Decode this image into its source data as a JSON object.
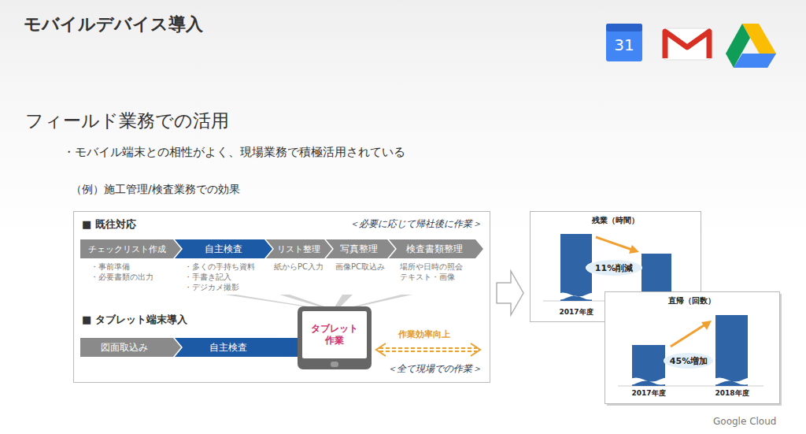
{
  "diagram": {
    "title": "モバイルデバイス導入",
    "nodes": [
      {
        "text": [
          "■ 既往対応",
          "＜必要に応じて帰社後に作業＞",
          "■ タブレット端末導入",
          "＜全て現場での作業＞"
        ]
      },
      {
        "text": [
          "チェックリスト作成",
          "・事前準備",
          "・必要書類の出力"
        ],
        "in": 0
      },
      {
        "text": [
          "自主検査",
          "・多くの手持ち資料",
          "・手書き記入",
          "・デジカメ撮影"
        ],
        "in": 0
      },
      {
        "text": [
          "リスト整理",
          "紙からPC入力"
        ],
        "in": 0
      },
      {
        "text": [
          "写真整理",
          "画像PC取込み"
        ],
        "in": 0
      },
      {
        "text": [
          "検査書類整理",
          "場所や日時の照会 テキスト・画像"
        ],
        "in": 0
      },
      {
        "text": [
          "図面取込み"
        ],
        "in": 0
      },
      {
        "text": [
          "自主検査"
        ],
        "in": 0
      },
      {
        "text": [
          "タブレット 作業"
        ],
        "in": 0
      },
      {
        "text": [
          "残業（時間）"
        ]
      },
      {
        "text": [
          "11%削減"
        ],
        "in": 9
      },
      {
        "text": [
          "直帰（回数）"
        ]
      },
      {
        "text": [
          "45%増加"
        ],
        "in": 11
      }
    ],
    "edges": [
      {
        "from": 0,
        "to": 9,
        "arrow": "to"
      }
    ],
    "labels": [
      "31",
      "フィールド業務での活用",
      "・モバイル端末との相性がよく、現場業務で積極活用されている",
      "（例）施工管理/検査業務での効果",
      "作業効率向上",
      "2017年度",
      "2017年度",
      "2018年度",
      "Google Cloud"
    ]
  }
}
